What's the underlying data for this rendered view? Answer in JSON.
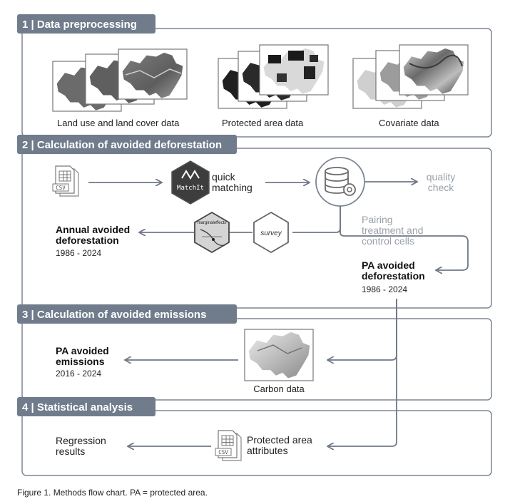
{
  "sections": [
    {
      "title": "1 | Data preprocessing"
    },
    {
      "title": "2 | Calculation of avoided deforestation"
    },
    {
      "title": "3 | Calculation of avoided emissions"
    },
    {
      "title": "4 | Statistical analysis"
    }
  ],
  "preprocessing": {
    "land_use": "Land use and land cover data",
    "protected_area": "Protected area data",
    "covariate": "Covariate data"
  },
  "deforestation": {
    "csv_label": "CSV",
    "matchit_label": "MatchIt",
    "quick_matching_line1": "quick",
    "quick_matching_line2": "matching",
    "quality_line1": "quality",
    "quality_line2": "check",
    "pairing_line1": "Pairing",
    "pairing_line2": "treatment and",
    "pairing_line3": "control cells",
    "marginal_label": "marginaleffects",
    "survey_label": "survey",
    "annual_line1": "Annual avoided",
    "annual_line2": "deforestation",
    "annual_years": "1986 - 2024",
    "pa_line1": "PA avoided",
    "pa_line2": "deforestation",
    "pa_years": "1986 - 2024"
  },
  "emissions": {
    "pa_line1": "PA avoided",
    "pa_line2": "emissions",
    "pa_years": "2016 - 2024",
    "carbon": "Carbon data"
  },
  "statistical": {
    "regression_line1": "Regression",
    "regression_line2": "results",
    "attributes_line1": "Protected area",
    "attributes_line2": "attributes",
    "csv_label": "CSV"
  },
  "caption": "Figure 1. Methods flow chart. PA = protected area.",
  "colors": {
    "tab": "#707c8c",
    "border": "#7d8694",
    "arrow": "#6f7886",
    "text_gray": "#9aa1aa"
  }
}
